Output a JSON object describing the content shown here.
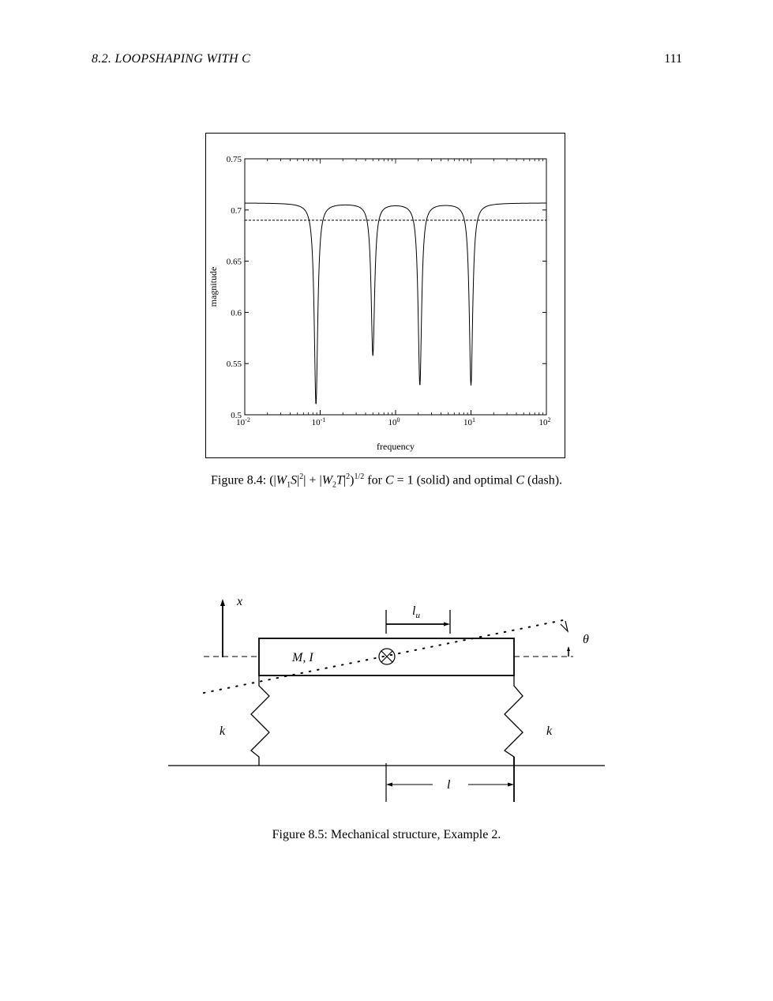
{
  "header": {
    "section": "8.2.  LOOPSHAPING WITH C",
    "page": "111"
  },
  "figure_8_4": {
    "caption": {
      "prefix": "Figure 8.4: (|",
      "w1": "W",
      "w1_sub": "1",
      "s": "S",
      "sq1": "2",
      "plus": "| + |",
      "w2": "W",
      "w2_sub": "2",
      "t": "T",
      "sq2": "2",
      "close": "|",
      "paren": ")",
      "exp": "1/2",
      "for": " for ",
      "c1": "C",
      "eq1": " = 1 (solid) and optimal ",
      "c2": "C",
      "tail": " (dash)."
    },
    "chart_data": {
      "type": "line",
      "xlabel": "frequency",
      "ylabel": "magnitude",
      "xscale": "log",
      "xlim": [
        0.01,
        100
      ],
      "ylim": [
        0.5,
        0.75
      ],
      "x_ticks": [
        {
          "value": 0.01,
          "base": "10",
          "exp": "-2"
        },
        {
          "value": 0.1,
          "base": "10",
          "exp": "-1"
        },
        {
          "value": 1,
          "base": "10",
          "exp": "0"
        },
        {
          "value": 10,
          "base": "10",
          "exp": "1"
        },
        {
          "value": 100,
          "base": "10",
          "exp": "2"
        }
      ],
      "y_ticks": [
        "0.5",
        "0.55",
        "0.6",
        "0.65",
        "0.7",
        "0.75"
      ],
      "series": [
        {
          "style": "solid",
          "baseline": 0.707,
          "between_notches": 0.705,
          "notches": [
            {
              "x": 0.088,
              "min": 0.51
            },
            {
              "x": 0.5,
              "min": 0.558
            },
            {
              "x": 2.1,
              "min": 0.529
            },
            {
              "x": 10.0,
              "min": 0.529
            }
          ]
        },
        {
          "style": "dashed",
          "value": 0.69
        }
      ]
    }
  },
  "figure_8_5": {
    "caption": "Figure 8.5: Mechanical structure, Example 2.",
    "labels": {
      "x": "x",
      "lu": "l",
      "lu_sub": "u",
      "theta": "θ",
      "mass": "M, I",
      "k_left": "k",
      "k_right": "k",
      "l": "l"
    }
  }
}
